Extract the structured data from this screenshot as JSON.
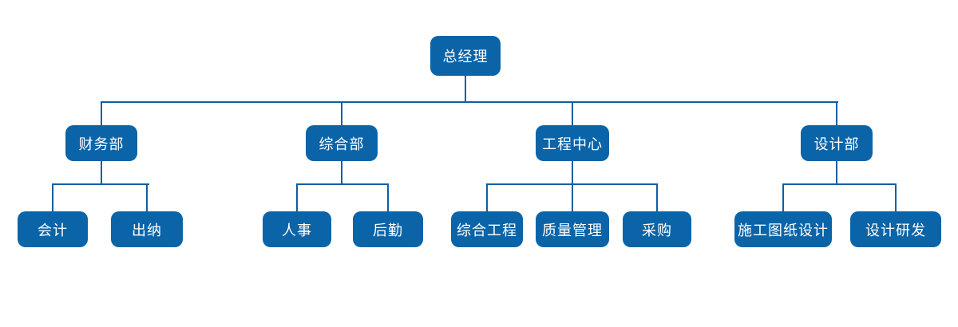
{
  "org_chart": {
    "root": {
      "label": "总经理"
    },
    "departments": [
      {
        "label": "财务部",
        "children": [
          {
            "label": "会计"
          },
          {
            "label": "出纳"
          }
        ]
      },
      {
        "label": "综合部",
        "children": [
          {
            "label": "人事"
          },
          {
            "label": "后勤"
          }
        ]
      },
      {
        "label": "工程中心",
        "children": [
          {
            "label": "综合工程"
          },
          {
            "label": "质量管理"
          },
          {
            "label": "采购"
          }
        ]
      },
      {
        "label": "设计部",
        "children": [
          {
            "label": "施工图纸设计"
          },
          {
            "label": "设计研发"
          }
        ]
      }
    ],
    "colors": {
      "node_fill": "#0b64a8",
      "node_text": "#ffffff",
      "connector_line": "#0c5fa4",
      "background": "#ffffff"
    }
  }
}
